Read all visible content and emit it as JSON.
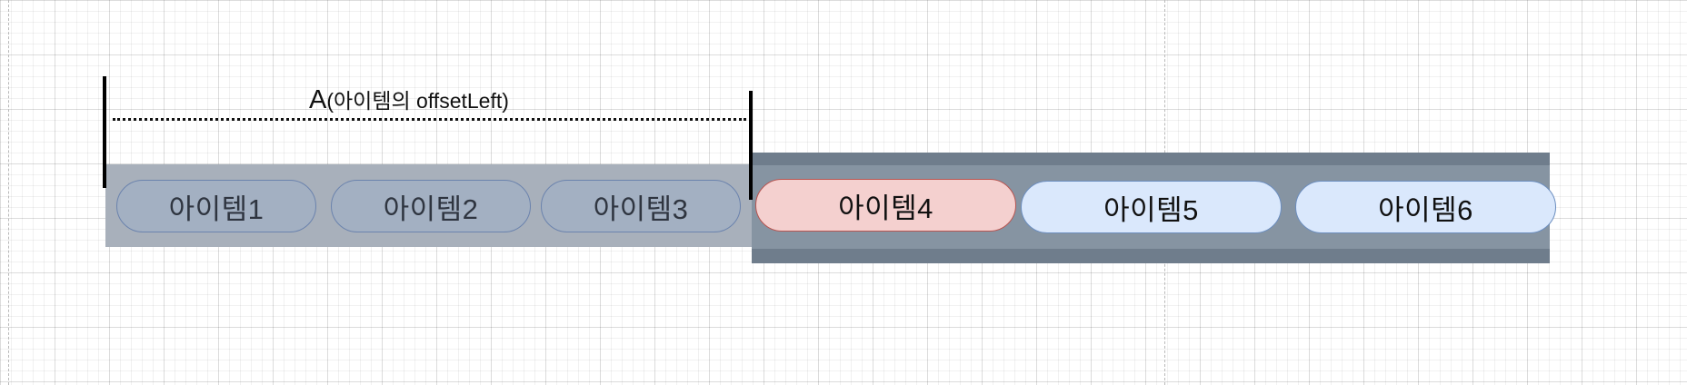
{
  "diagram": {
    "measure": {
      "letter": "A",
      "description": "(아이템의 offsetLeft)"
    },
    "items": [
      {
        "label": "아이템1",
        "state": "dim"
      },
      {
        "label": "아이템2",
        "state": "dim"
      },
      {
        "label": "아이템3",
        "state": "dim"
      },
      {
        "label": "아이템4",
        "state": "active"
      },
      {
        "label": "아이템5",
        "state": "normal"
      },
      {
        "label": "아이템6",
        "state": "normal"
      }
    ],
    "colors": {
      "dim_fill": "#a3b0c2",
      "active_fill": "#f4d0cf",
      "active_border": "#b85450",
      "normal_fill": "#dae8fc",
      "normal_border": "#6c8ebf",
      "scrolled_band": "#a8b0bb",
      "visible_band": "#6f7d8c"
    }
  }
}
